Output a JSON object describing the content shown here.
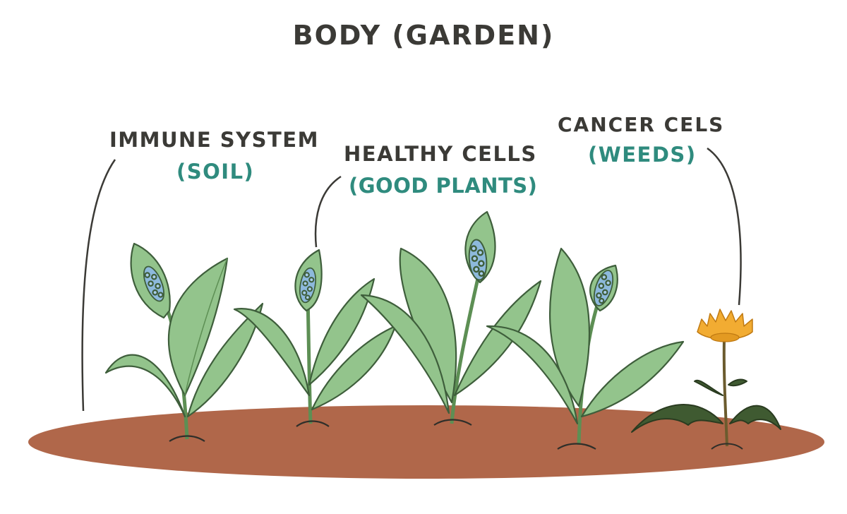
{
  "title": "BODY (GARDEN)",
  "labels": {
    "immune": {
      "name": "IMMUNE SYSTEM",
      "metaphor": "(SOIL)"
    },
    "healthy": {
      "name": "HEALTHY CELLS",
      "metaphor": "(GOOD PLANTS)"
    },
    "cancer": {
      "name": "CANCER CELS",
      "metaphor": "(WEEDS)"
    }
  },
  "colors": {
    "label_text": "#3b3a36",
    "metaphor_text": "#2f8b7e",
    "soil": "#b0674a",
    "leaf": "#93c48c",
    "leaf_outline": "#3e5e3b",
    "bud": "#8db9dc",
    "weed_leaf": "#3f5a31",
    "weed_flower": "#f2ac32"
  }
}
